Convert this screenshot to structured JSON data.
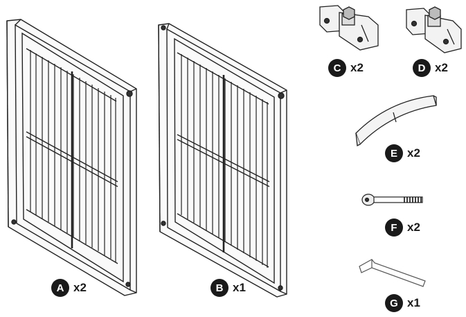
{
  "parts": [
    {
      "id": "A",
      "name": "gate-panel-a",
      "letter": "A",
      "quantity": "x2"
    },
    {
      "id": "B",
      "name": "gate-panel-b",
      "letter": "B",
      "quantity": "x1"
    },
    {
      "id": "C",
      "name": "hinge-bracket-c",
      "letter": "C",
      "quantity": "x2"
    },
    {
      "id": "D",
      "name": "hinge-bracket-d",
      "letter": "D",
      "quantity": "x2"
    },
    {
      "id": "E",
      "name": "support-foot-e",
      "letter": "E",
      "quantity": "x2"
    },
    {
      "id": "F",
      "name": "bolt-f",
      "letter": "F",
      "quantity": "x2"
    },
    {
      "id": "G",
      "name": "allen-key-g",
      "letter": "G",
      "quantity": "x1"
    }
  ]
}
